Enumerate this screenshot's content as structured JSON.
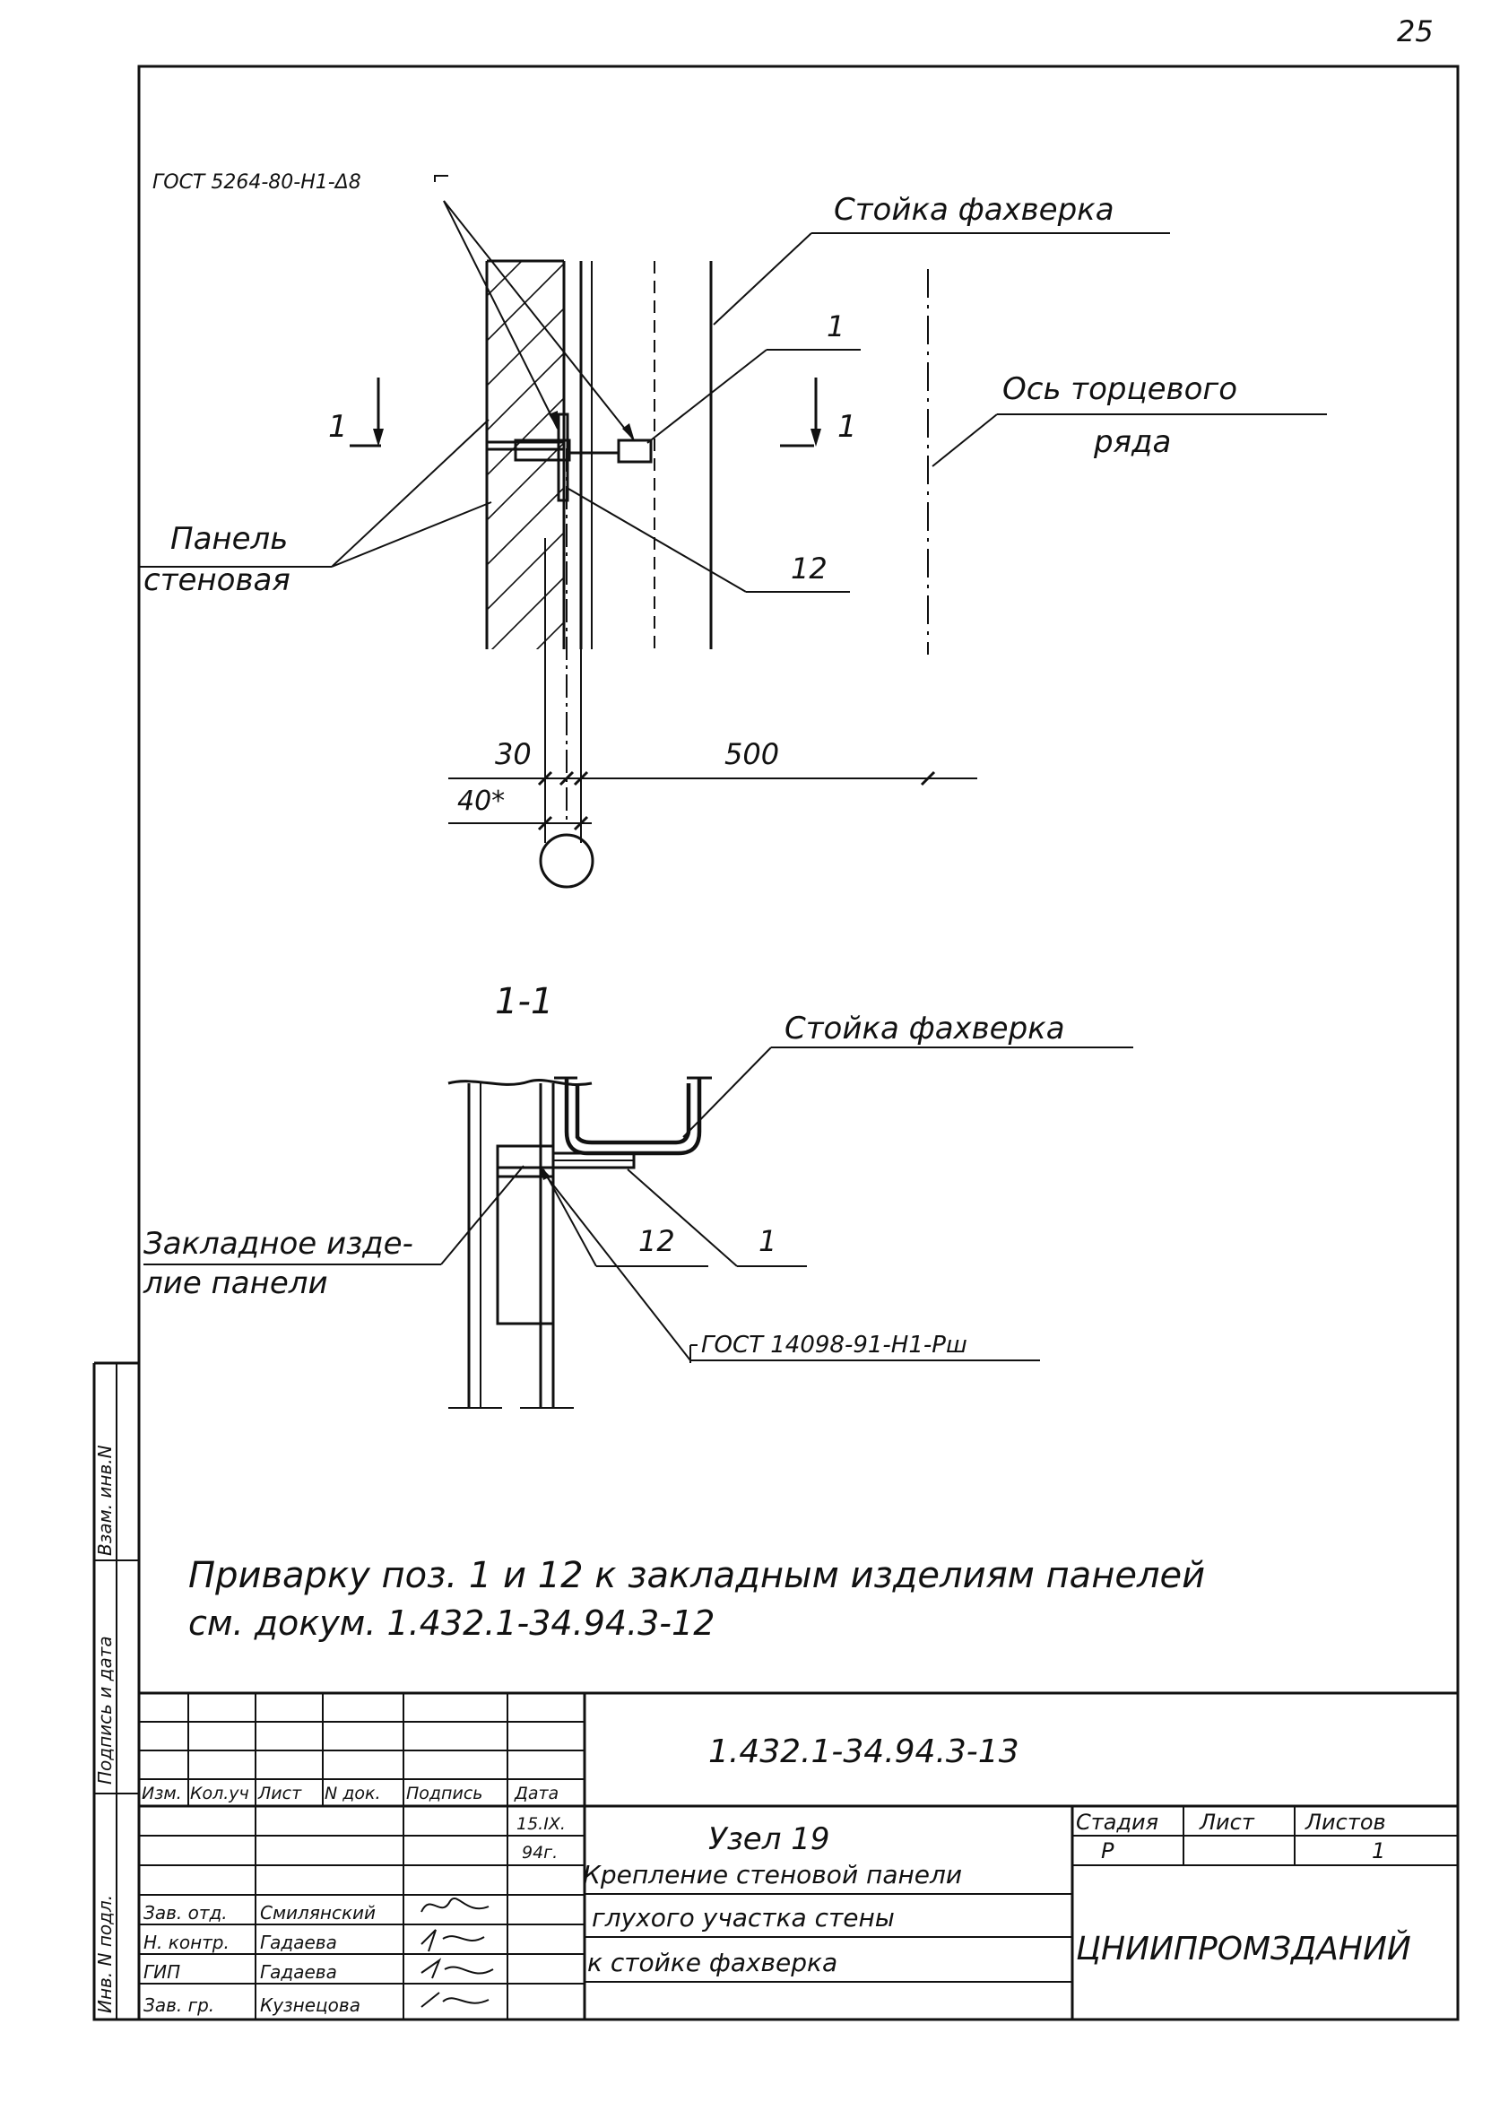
{
  "page_number": "25",
  "elevation_view": {
    "gost_bolt_label": "ГОСТ 5264-80-Н1-Δ8",
    "faxwerk_post_label": "Стойка фахверка",
    "end_row_axis_label_line1": "Ось торцевого",
    "end_row_axis_label_line2": "ряда",
    "wall_panel_label_line1": "Панель",
    "wall_panel_label_line2": "стеновая",
    "position_1": "1",
    "position_12": "12",
    "section_mark_left": "1",
    "section_mark_right": "1",
    "dim_30": "30",
    "dim_40": "40*",
    "dim_500": "500"
  },
  "section_view": {
    "title": "1-1",
    "faxwerk_post_label": "Стойка фахверка",
    "embedded_item_line1": "Закладное изде-",
    "embedded_item_line2": "лие панели",
    "position_12": "12",
    "position_1": "1",
    "gost_weld_label": "ГОСТ 14098-91-Н1-Рш"
  },
  "note": {
    "line1": "Приварку поз. 1 и 12 к закладным изделиям панелей",
    "line2": "см. докум. 1.432.1-34.94.3-12"
  },
  "title_block": {
    "document_code": "1.432.1-34.94.3-13",
    "header_cols": [
      "Изм.",
      "Кол.уч",
      "Лист",
      "N док.",
      "Подпись",
      "Дата"
    ],
    "date_line1": "15.IX.",
    "date_line2": "94г.",
    "rows": [
      {
        "role": "Зав. отд.",
        "name": "Смилянский"
      },
      {
        "role": "Н. контр.",
        "name": "Гадаева"
      },
      {
        "role": "ГИП",
        "name": "Гадаева"
      },
      {
        "role": "Зав. гр.",
        "name": "Кузнецова"
      }
    ],
    "title_line0": "Узел 19",
    "title_line1": "Крепление стеновой панели",
    "title_line2": "глухого участка стены",
    "title_line3": "к стойке фахверка",
    "stage_header": "Стадия",
    "sheet_header": "Лист",
    "sheets_header": "Листов",
    "stage_value": "Р",
    "sheets_value": "1",
    "organization": "ЦНИИПРОМЗДАНИЙ"
  },
  "side_stamps": {
    "stamp1": "Инв. N подл.",
    "stamp2": "Подпись и дата",
    "stamp3": "Взам. инв.N"
  }
}
